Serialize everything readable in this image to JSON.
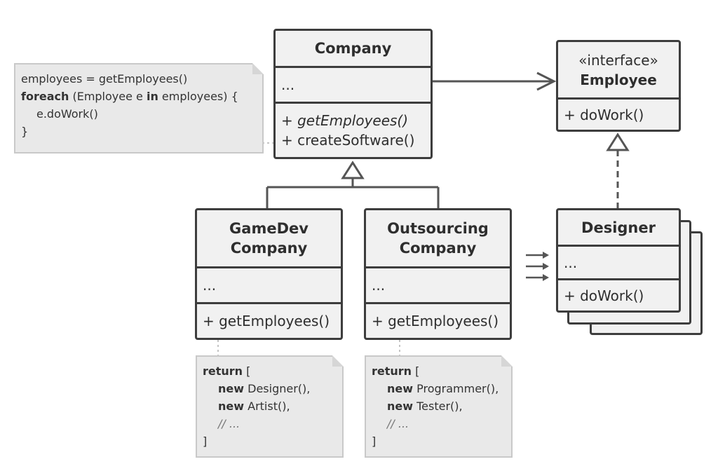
{
  "classes": {
    "company": {
      "name": "Company",
      "fields": "...",
      "methods": [
        "+ getEmployees()",
        "+ createSoftware()"
      ]
    },
    "employee": {
      "stereotype": "«interface»",
      "name": "Employee",
      "methods": [
        "+ doWork()"
      ]
    },
    "gamedev": {
      "name_lines": [
        "GameDev",
        "Company"
      ],
      "fields": "...",
      "methods": [
        "+ getEmployees()"
      ]
    },
    "outsourcing": {
      "name_lines": [
        "Outsourcing",
        "Company"
      ],
      "fields": "...",
      "methods": [
        "+ getEmployees()"
      ]
    },
    "designer": {
      "name": "Designer",
      "fields": "...",
      "methods": [
        "+ doWork()"
      ]
    }
  },
  "notes": {
    "company": {
      "l1": "employees = getEmployees()",
      "l2_kw1": "foreach",
      "l2_a": " (Employee e ",
      "l2_kw2": "in",
      "l2_b": " employees) {",
      "l3": "e.doWork()",
      "l4": "}"
    },
    "gamedev": {
      "kw_return": "return",
      "open": " [",
      "kw_new": "new",
      "item1": " Designer(),",
      "item2": " Artist(),",
      "comment": "// ...",
      "close": "]"
    },
    "outsourcing": {
      "kw_return": "return",
      "open": " [",
      "kw_new": "new",
      "item1": " Programmer(),",
      "item2": " Tester(),",
      "comment": "// ...",
      "close": "]"
    }
  }
}
